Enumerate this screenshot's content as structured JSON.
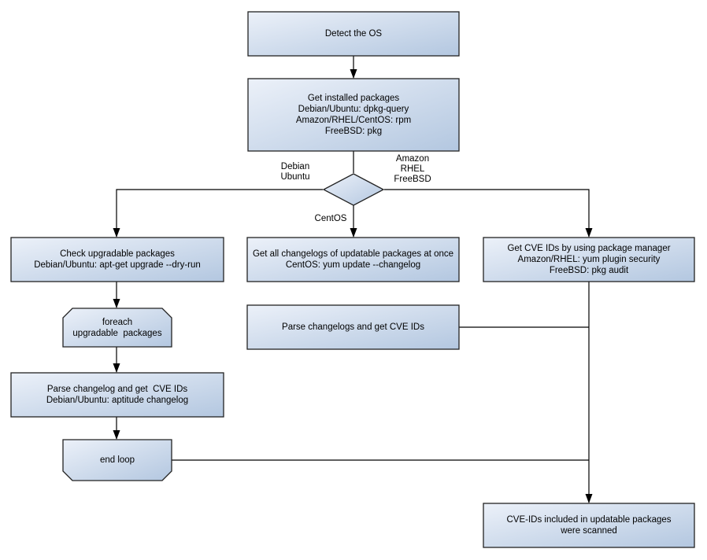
{
  "title": "OS package CVE scanning flowchart",
  "colors": {
    "background": "#ffffff",
    "node_gradient_start": "#ecf1f9",
    "node_gradient_end": "#b3c7e0",
    "node_border": "#222222",
    "connector": "#000000",
    "text": "#000000"
  },
  "nodes": {
    "detect_os": {
      "shape": "rect",
      "label": "Detect the OS"
    },
    "get_installed_packages": {
      "shape": "rect",
      "label": "Get installed packages\nDebian/Ubuntu: dpkg-query\nAmazon/RHEL/CentOS: rpm\nFreeBSD: pkg"
    },
    "os_decision": {
      "shape": "diamond",
      "label": ""
    },
    "check_upgradable_packages": {
      "shape": "rect",
      "label": "Check upgradable packages\nDebian/Ubuntu: apt-get upgrade --dry-run"
    },
    "foreach_loop": {
      "shape": "loop-start",
      "label": "foreach\nupgradable  packages"
    },
    "parse_changelog_debian": {
      "shape": "rect",
      "label": "Parse changelog and get  CVE IDs\nDebian/Ubuntu: aptitude changelog"
    },
    "end_loop": {
      "shape": "loop-end",
      "label": "end loop"
    },
    "get_all_changelogs": {
      "shape": "rect",
      "label": "Get all changelogs of updatable packages at once\nCentOS: yum update --changelog"
    },
    "parse_changelogs_centos": {
      "shape": "rect",
      "label": "Parse changelogs and get CVE IDs"
    },
    "get_cve_ids_package_manager": {
      "shape": "rect",
      "label": "Get CVE IDs by using package manager\nAmazon/RHEL: yum plugin security\nFreeBSD: pkg audit"
    },
    "cve_ids_scanned": {
      "shape": "rect",
      "label": "CVE-IDs included in updatable packages\nwere scanned"
    }
  },
  "edge_labels": {
    "debian_ubuntu": "Debian\nUbuntu",
    "amazon_rhel_freebsd": "Amazon\nRHEL\nFreeBSD",
    "centos": "CentOS"
  },
  "edges": [
    {
      "from": "detect_os",
      "to": "get_installed_packages",
      "arrow": true
    },
    {
      "from": "get_installed_packages",
      "to": "os_decision",
      "arrow": false
    },
    {
      "from": "os_decision",
      "to": "check_upgradable_packages",
      "label": "Debian\nUbuntu",
      "arrow": true
    },
    {
      "from": "os_decision",
      "to": "get_all_changelogs",
      "label": "CentOS",
      "arrow": true
    },
    {
      "from": "os_decision",
      "to": "get_cve_ids_package_manager",
      "label": "Amazon\nRHEL\nFreeBSD",
      "arrow": true
    },
    {
      "from": "check_upgradable_packages",
      "to": "foreach_loop",
      "arrow": true
    },
    {
      "from": "foreach_loop",
      "to": "parse_changelog_debian",
      "arrow": true
    },
    {
      "from": "parse_changelog_debian",
      "to": "end_loop",
      "arrow": true
    },
    {
      "from": "end_loop",
      "to": "cve_ids_scanned",
      "arrow": false
    },
    {
      "from": "get_all_changelogs",
      "to": "parse_changelogs_centos",
      "arrow": true
    },
    {
      "from": "parse_changelogs_centos",
      "to": "cve_ids_scanned",
      "arrow": false
    },
    {
      "from": "get_cve_ids_package_manager",
      "to": "cve_ids_scanned",
      "arrow": true
    }
  ]
}
